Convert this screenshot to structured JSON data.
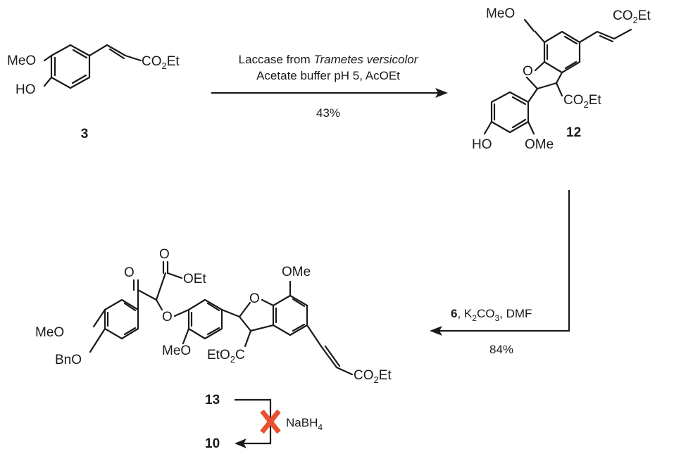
{
  "compounds": {
    "c3": {
      "number": "3",
      "meo": "MeO",
      "ho": "HO",
      "ester": "CO",
      "ester_sub": "2",
      "ester_end": "Et"
    },
    "c12": {
      "number": "12",
      "meo_top": "MeO",
      "o_ring": "O",
      "ester_top": "CO",
      "ester_top_sub": "2",
      "ester_top_end": "Et",
      "ester_mid": "CO",
      "ester_mid_sub": "2",
      "ester_mid_end": "Et",
      "ho": "HO",
      "ome": "OMe"
    },
    "c13": {
      "o_ketone": "O",
      "o_ester": "O",
      "oet": "OEt",
      "o_ether": "O",
      "meo": "MeO",
      "bno": "BnO",
      "meo2": "MeO",
      "eto2c": "EtO",
      "eto2c_sub": "2",
      "eto2c_end": "C",
      "o_ring": "O",
      "ome": "OMe",
      "ester": "CO",
      "ester_sub": "2",
      "ester_end": "Et"
    }
  },
  "step1": {
    "line1_a": "Laccase from ",
    "line1_b": "Trametes versicolor",
    "line2": "Acetate buffer pH 5, AcOEt",
    "yield": "43%"
  },
  "step2": {
    "reagent_num": "6",
    "reagent_a": ", K",
    "reagent_sub1": "2",
    "reagent_b": "CO",
    "reagent_sub2": "3",
    "reagent_c": ", DMF",
    "yield": "84%"
  },
  "step3": {
    "from": "13",
    "to": "10",
    "reagent": "NaBH",
    "reagent_sub": "4"
  },
  "colors": {
    "failed_mark": "#e8502f",
    "ink": "#1a1a1a"
  }
}
